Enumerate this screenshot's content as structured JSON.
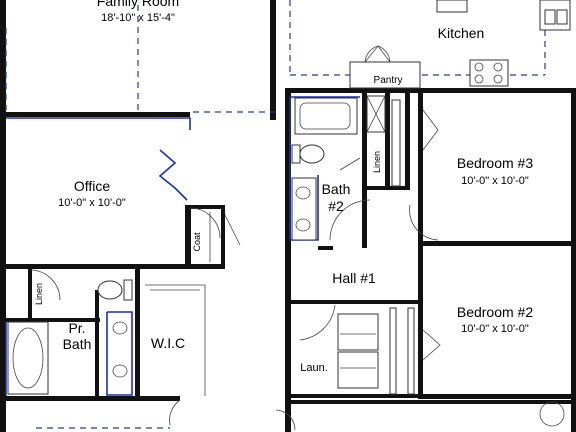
{
  "rooms": {
    "family_room": {
      "name": "Family Room",
      "size": "18'-10\" x 15'-4\""
    },
    "kitchen": {
      "name": "Kitchen"
    },
    "pantry": {
      "name": "Pantry"
    },
    "office": {
      "name": "Office",
      "size": "10'-0\" x 10'-0\""
    },
    "bedroom3": {
      "name": "Bedroom #3",
      "size": "10'-0\" x 10'-0\""
    },
    "bedroom2": {
      "name": "Bedroom #2",
      "size": "10'-0\" x 10'-0\""
    },
    "bath2": {
      "line1": "Bath",
      "line2": "#2"
    },
    "hall1": {
      "name": "Hall #1"
    },
    "laundry": {
      "name": "Laun."
    },
    "primary_bath": {
      "line1": "Pr.",
      "line2": "Bath"
    },
    "wic": {
      "name": "W.I.C"
    },
    "linen_hall": {
      "name": "Linen"
    },
    "linen_bath": {
      "name": "Linen"
    },
    "coat": {
      "name": "Coat"
    }
  },
  "colors": {
    "wall": "#111111",
    "dash": "#2b3a8c",
    "blue_outline": "#1a2fb0"
  }
}
